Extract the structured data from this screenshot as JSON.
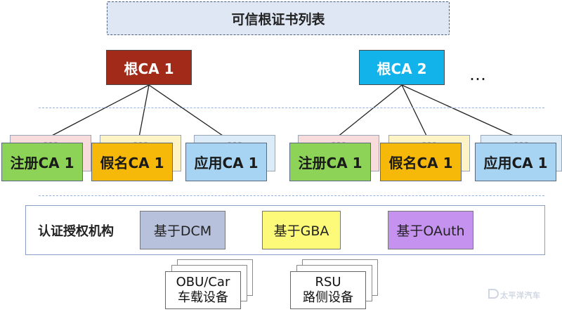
{
  "title": "可信根证书列表",
  "roots": [
    {
      "label": "根CA 1",
      "color": "#a12a18"
    },
    {
      "label": "根CA 2",
      "color": "#12b3ea"
    }
  ],
  "root_more": "…",
  "groups": [
    {
      "cas": [
        {
          "label": "注册CA 1",
          "more": "…"
        },
        {
          "label": "假名CA 1",
          "more": "…"
        },
        {
          "label": "应用CA 1",
          "more": "…"
        }
      ]
    },
    {
      "cas": [
        {
          "label": "注册CA 1",
          "more": "…"
        },
        {
          "label": "假名CA 1",
          "more": "…"
        },
        {
          "label": "应用CA 1",
          "more": "…"
        }
      ]
    }
  ],
  "auth": {
    "label": "认证授权机构",
    "methods": [
      "基于DCM",
      "基于GBA",
      "基于OAuth"
    ]
  },
  "devices": [
    {
      "line1": "OBU/Car",
      "line2": "车载设备"
    },
    {
      "line1": "RSU",
      "line2": "路侧设备"
    }
  ],
  "watermark": "太平洋汽车"
}
